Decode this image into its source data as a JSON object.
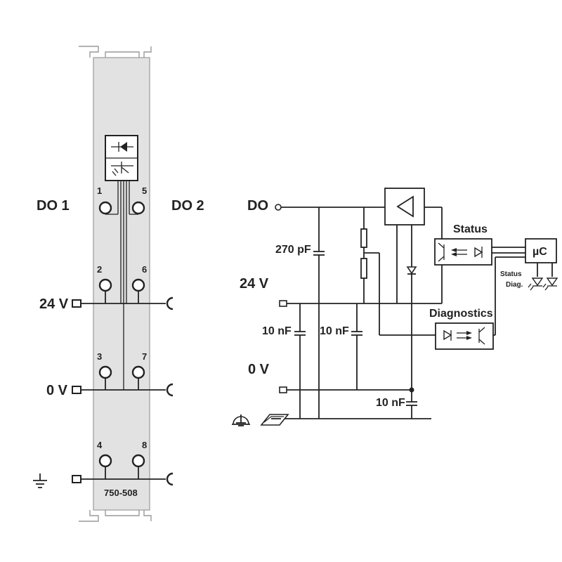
{
  "module": {
    "channel_left": "DO 1",
    "channel_right": "DO 2",
    "pins": [
      "1",
      "5",
      "2",
      "6",
      "3",
      "7",
      "4",
      "8"
    ],
    "rail_24v": "24 V",
    "rail_0v": "0 V",
    "part_number": "750-508"
  },
  "schematic": {
    "do_label": "DO",
    "v24_label": "24 V",
    "v0_label": "0 V",
    "cap_270": "270 pF",
    "cap_10_a": "10 nF",
    "cap_10_b": "10 nF",
    "cap_10_c": "10 nF",
    "status_label": "Status",
    "diagnostics_label": "Diagnostics",
    "mc_label": "µC",
    "led_status": "Status",
    "led_diag": "Diag."
  }
}
